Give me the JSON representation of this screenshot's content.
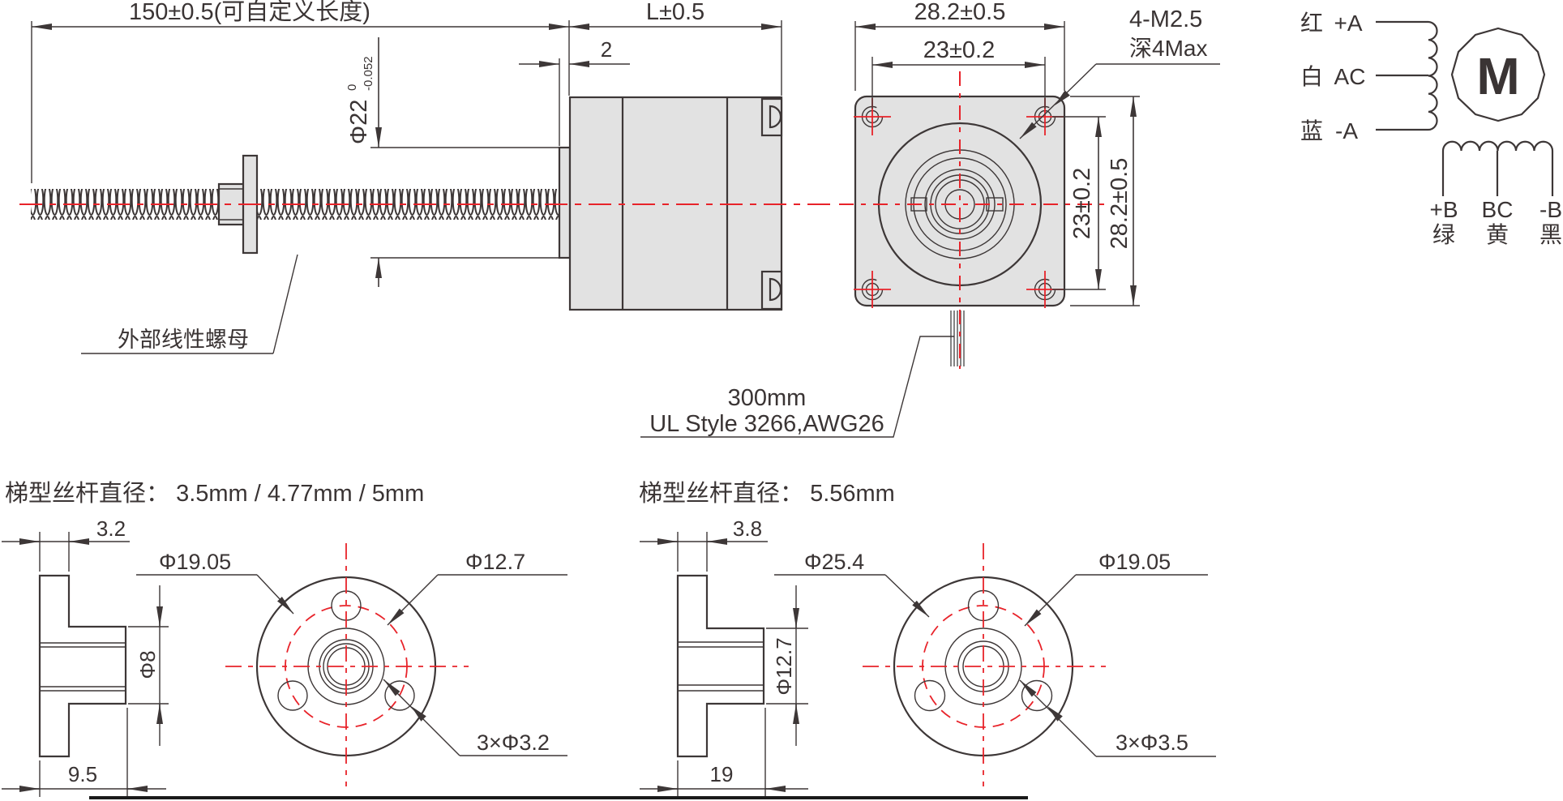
{
  "colors": {
    "line": "#3d3737",
    "centerline_red": "#e8232a",
    "body_fill": "#e2e2e2",
    "wire_gray": "#848484"
  },
  "side_view": {
    "dim_screw_length": "150±0.5(可自定义长度)",
    "dim_motor_length": "L±0.5",
    "dim_boss_length": "2",
    "dim_boss_dia": "Φ22",
    "dim_boss_dia_tol_upper": "0",
    "dim_boss_dia_tol_lower": "-0.052",
    "nut_callout": "外部线性螺母"
  },
  "face_view": {
    "dim_body_width": "28.2±0.5",
    "dim_hole_spacing_h": "23±0.2",
    "dim_hole_spacing_v": "23±0.2",
    "dim_body_height": "28.2±0.5",
    "mount_hole_note_line1": "4-M2.5",
    "mount_hole_note_line2": "深4Max",
    "lead_wire_note_line1": "300mm",
    "lead_wire_note_line2": "UL Style 3266,AWG26"
  },
  "wiring_diagram": {
    "motor_symbol": "M",
    "phase_a_leads": [
      {
        "wire_color": "红",
        "terminal": "+A"
      },
      {
        "wire_color": "白",
        "terminal": "AC"
      },
      {
        "wire_color": "蓝",
        "terminal": "-A"
      }
    ],
    "phase_b_leads": [
      {
        "terminal": "+B",
        "wire_color": "绿"
      },
      {
        "terminal": "BC",
        "wire_color": "黄"
      },
      {
        "terminal": "-B",
        "wire_color": "黑"
      }
    ]
  },
  "nut_variant_small": {
    "title_label": "梯型丝杆直径：",
    "title_value": "3.5mm / 4.77mm / 5mm",
    "dim_flange_thickness": "3.2",
    "dim_body_dia": "Φ8",
    "dim_total_length": "9.5",
    "dim_flange_dia": "Φ19.05",
    "dim_bolt_circle_dia": "Φ12.7",
    "dim_mount_holes": "3×Φ3.2"
  },
  "nut_variant_large": {
    "title_label": "梯型丝杆直径：",
    "title_value": "5.56mm",
    "dim_flange_thickness": "3.8",
    "dim_body_dia": "Φ12.7",
    "dim_total_length": "19",
    "dim_flange_dia": "Φ25.4",
    "dim_bolt_circle_dia": "Φ19.05",
    "dim_mount_holes": "3×Φ3.5"
  }
}
